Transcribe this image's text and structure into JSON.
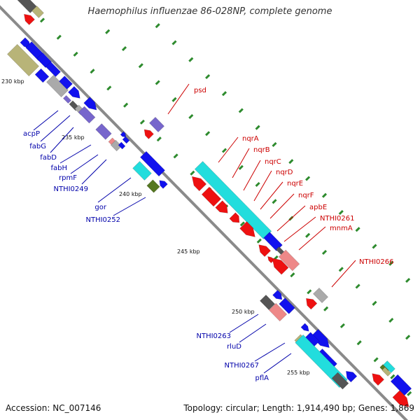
{
  "title": "Haemophilus influenzae 86-028NP, complete genome",
  "footer": {
    "accession": "Accession: NC_007146",
    "topology": "Topology: circular; Length: 1,914,490 bp; Genes: 1,869"
  },
  "colors": {
    "backbone": "#8a8a8a",
    "tick": "#2e8b2e",
    "forward_label": "#cc0000",
    "reverse_label": "#0000aa",
    "red": "#ee1111",
    "blue": "#1111ee",
    "cyan": "#22dddd",
    "violet": "#7766cc",
    "pink": "#ee8888",
    "gray": "#aaaaaa",
    "olive": "#b8b478",
    "darkgreen": "#557722",
    "dark": "#555555"
  },
  "scale_labels": [
    "230 kbp",
    "235 kbp",
    "240 kbp",
    "245 kbp",
    "250 kbp",
    "255 kbp"
  ],
  "forward_labels": [
    "psd",
    "nqrA",
    "nqrB",
    "nqrC",
    "nqrD",
    "nqrE",
    "nqrF",
    "apbE",
    "NTHI0261",
    "mnmA",
    "NTHI0266"
  ],
  "reverse_labels": [
    "acpP",
    "fabG",
    "fabD",
    "fabH",
    "rpmF",
    "NTHI0249",
    "gor",
    "NTHI0252",
    "NTHI0263",
    "rluD",
    "NTHI0267",
    "pflA"
  ]
}
